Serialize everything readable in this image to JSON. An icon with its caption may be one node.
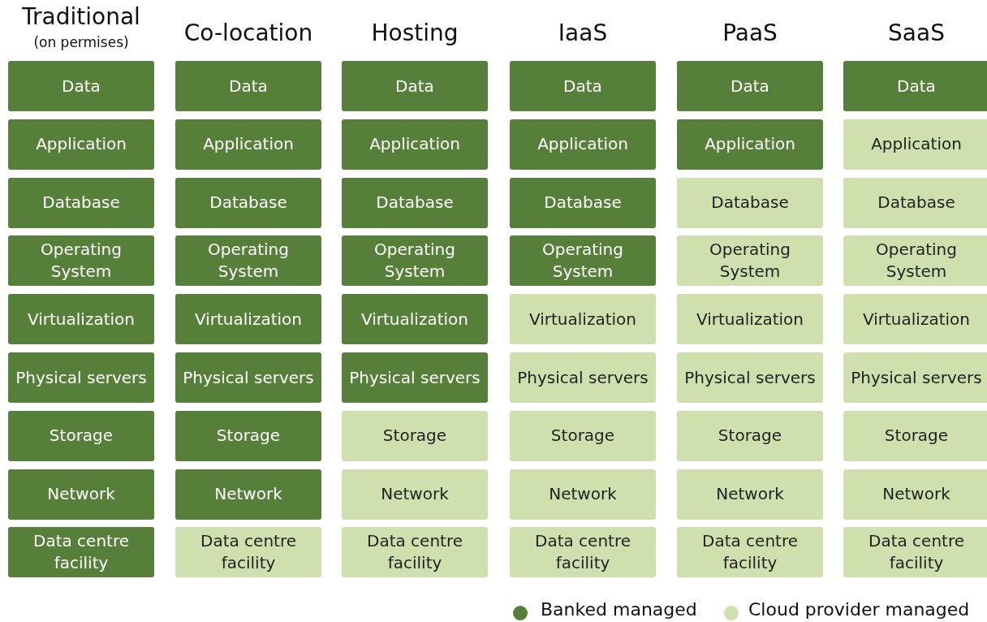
{
  "diagram": {
    "nodes": [
      {
        "text": [
          "Data"
        ]
      },
      {
        "text": [
          "Data"
        ]
      },
      {
        "text": [
          "Data"
        ]
      },
      {
        "text": [
          "Data"
        ]
      },
      {
        "text": [
          "Data"
        ]
      },
      {
        "text": [
          "Data"
        ]
      },
      {
        "text": [
          "Application"
        ]
      },
      {
        "text": [
          "Application"
        ]
      },
      {
        "text": [
          "Application"
        ]
      },
      {
        "text": [
          "Application"
        ]
      },
      {
        "text": [
          "Application"
        ]
      },
      {
        "text": [
          "Application"
        ]
      },
      {
        "text": [
          "Database"
        ]
      },
      {
        "text": [
          "Database"
        ]
      },
      {
        "text": [
          "Database"
        ]
      },
      {
        "text": [
          "Database"
        ]
      },
      {
        "text": [
          "Database"
        ]
      },
      {
        "text": [
          "Database"
        ]
      },
      {
        "text": [
          "Operating System"
        ]
      },
      {
        "text": [
          "Operating System"
        ]
      },
      {
        "text": [
          "Operating System"
        ]
      },
      {
        "text": [
          "Operating System"
        ]
      },
      {
        "text": [
          "Operating System"
        ]
      },
      {
        "text": [
          "Operating System"
        ]
      },
      {
        "text": [
          "Virtualization"
        ]
      },
      {
        "text": [
          "Virtualization"
        ]
      },
      {
        "text": [
          "Virtualization"
        ]
      },
      {
        "text": [
          "Virtualization"
        ]
      },
      {
        "text": [
          "Virtualization"
        ]
      },
      {
        "text": [
          "Virtualization"
        ]
      },
      {
        "text": [
          "Physical servers"
        ]
      },
      {
        "text": [
          "Physical servers"
        ]
      },
      {
        "text": [
          "Physical servers"
        ]
      },
      {
        "text": [
          "Physical servers"
        ]
      },
      {
        "text": [
          "Physical servers"
        ]
      },
      {
        "text": [
          "Physical servers"
        ]
      },
      {
        "text": [
          "Storage"
        ]
      },
      {
        "text": [
          "Storage"
        ]
      },
      {
        "text": [
          "Storage"
        ]
      },
      {
        "text": [
          "Storage"
        ]
      },
      {
        "text": [
          "Storage"
        ]
      },
      {
        "text": [
          "Storage"
        ]
      },
      {
        "text": [
          "Network"
        ]
      },
      {
        "text": [
          "Network"
        ]
      },
      {
        "text": [
          "Network"
        ]
      },
      {
        "text": [
          "Network"
        ]
      },
      {
        "text": [
          "Network"
        ]
      },
      {
        "text": [
          "Network"
        ]
      },
      {
        "text": [
          "Data centre facility"
        ]
      },
      {
        "text": [
          "Data centre facility"
        ]
      },
      {
        "text": [
          "Data centre facility"
        ]
      },
      {
        "text": [
          "Data centre facility"
        ]
      },
      {
        "text": [
          "Data centre facility"
        ]
      },
      {
        "text": [
          "Data centre facility"
        ]
      }
    ],
    "labels": [
      "Traditional",
      "(on permises)",
      "Co-location",
      "Hosting",
      "IaaS",
      "PaaS",
      "SaaS"
    ],
    "legend": [
      {
        "text": "Banked managed",
        "color": "#567f3a"
      },
      {
        "text": "Cloud provider managed",
        "color": "#cfe0ae"
      }
    ]
  }
}
